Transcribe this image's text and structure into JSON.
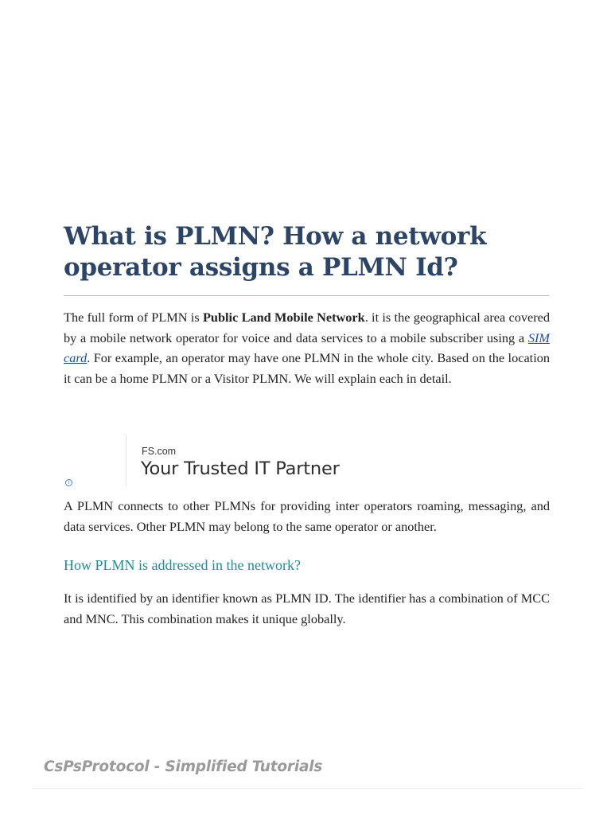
{
  "article": {
    "title": "What is PLMN? How a network operator assigns a PLMN Id?",
    "intro": {
      "before_bold": "The full form of PLMN is ",
      "bold": "Public Land Mobile Network",
      "after_bold": ".  it is the geographical area covered by a mobile network operator for voice and data services to a mobile subscriber using a ",
      "link": "SIM card",
      "after_link": ".  For example, an operator may have one PLMN in the whole city. Based on the location it can be a home PLMN or a Visitor PLMN. We will explain each in detail."
    },
    "paragraph2": "A PLMN connects to other PLMNs for providing inter operators roaming, messaging, and data services. Other PLMN may belong to the same operator or another.",
    "subheading": "How PLMN is addressed in the network?",
    "paragraph3": "It is identified by an identifier known as PLMN ID. The identifier has a combination of MCC and MNC.   This combination makes it unique globally."
  },
  "ad": {
    "brand": "FS.com",
    "tagline": "Your Trusted IT Partner",
    "info_icon": "i"
  },
  "footer": {
    "brand": "CsPsProtocol - Simplified Tutorials"
  },
  "colors": {
    "title": "#2c4566",
    "subheading": "#1b8f95",
    "link": "#1a4fa6",
    "footer": "#9a9a9a"
  }
}
